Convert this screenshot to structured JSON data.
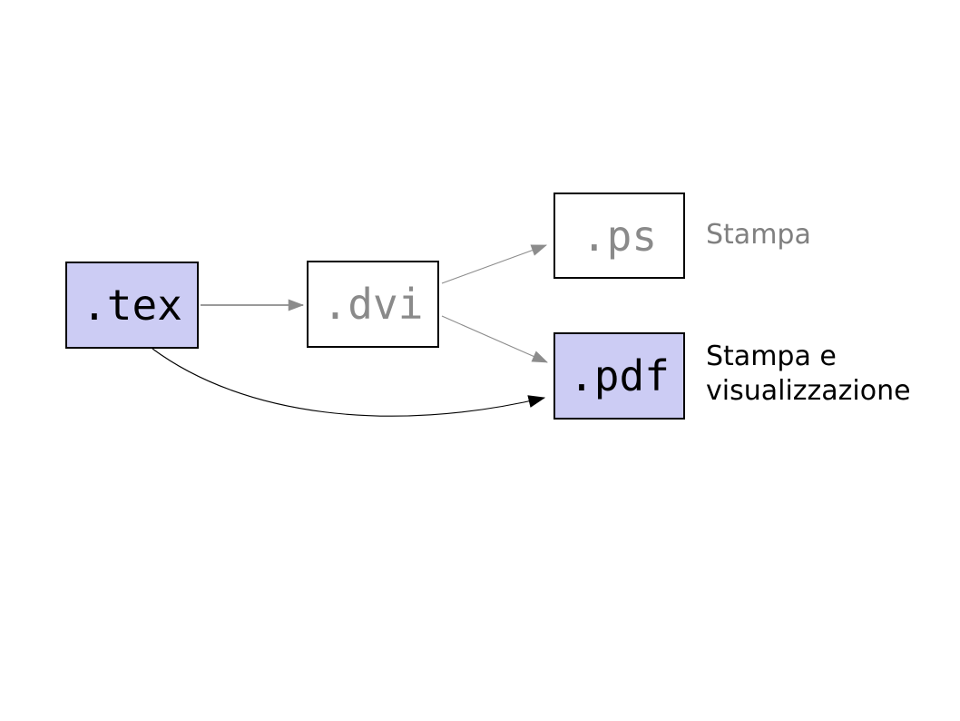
{
  "diagram": {
    "nodes": [
      {
        "id": "tex",
        "label": ".tex",
        "fill": "#ccccf4",
        "text_color": "#000000"
      },
      {
        "id": "dvi",
        "label": ".dvi",
        "fill": "#ffffff",
        "text_color": "#8a8a8a"
      },
      {
        "id": "ps",
        "label": ".ps",
        "fill": "#ffffff",
        "text_color": "#8a8a8a"
      },
      {
        "id": "pdf",
        "label": ".pdf",
        "fill": "#ccccf4",
        "text_color": "#000000"
      }
    ],
    "edges": [
      {
        "from": "tex",
        "to": "dvi",
        "color": "#8c8c8c",
        "style": "straight"
      },
      {
        "from": "dvi",
        "to": "ps",
        "color": "#8c8c8c",
        "style": "straight"
      },
      {
        "from": "dvi",
        "to": "pdf",
        "color": "#8c8c8c",
        "style": "straight"
      },
      {
        "from": "tex",
        "to": "pdf",
        "color": "#000000",
        "style": "curved"
      }
    ],
    "annotations": [
      {
        "for": "ps",
        "text": "Stampa",
        "color": "#808080"
      },
      {
        "for": "pdf",
        "text": "Stampa e visualizzazione",
        "color": "#000000"
      }
    ],
    "colors": {
      "background": "#ffffff",
      "node_border": "#000000",
      "highlight_fill": "#ccccf4",
      "gray": "#8c8c8c"
    }
  }
}
